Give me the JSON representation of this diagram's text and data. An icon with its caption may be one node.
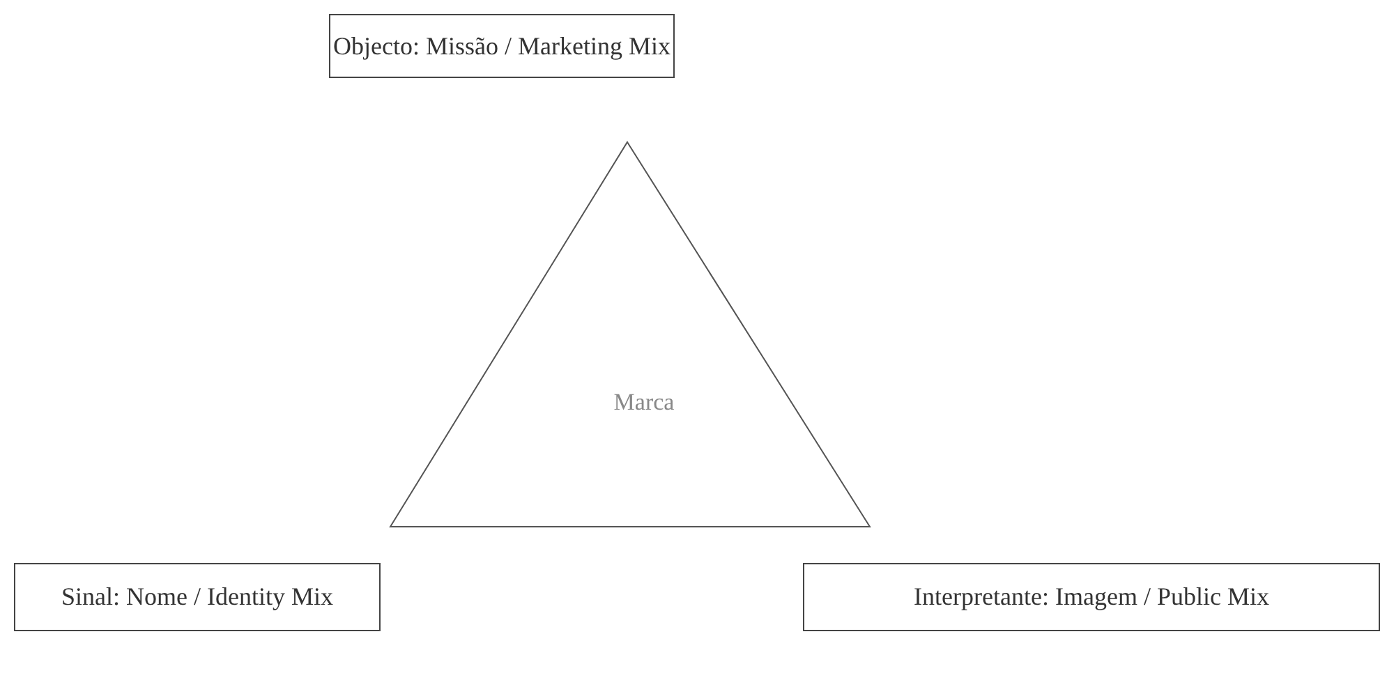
{
  "diagram": {
    "nodes": [
      {
        "text": [
          "Objecto: Missão / Marketing Mix"
        ]
      },
      {
        "text": [
          "Marca"
        ]
      },
      {
        "text": [
          "Sinal: Nome / Identity Mix"
        ]
      },
      {
        "text": [
          "Interpretante: Imagem / Public Mix"
        ]
      }
    ],
    "edges": []
  }
}
